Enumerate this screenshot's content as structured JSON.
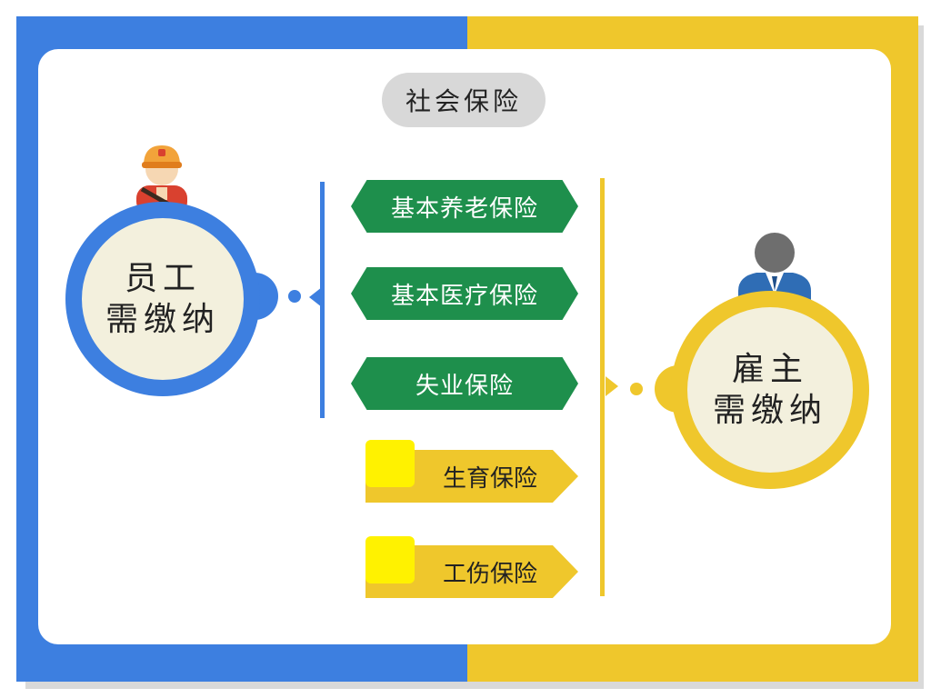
{
  "title": "社会保险",
  "employee": {
    "line1": "员工",
    "line2": "需缴纳"
  },
  "employer": {
    "line1": "雇主",
    "line2": "需缴纳"
  },
  "insurances": [
    {
      "label": "基本养老保险",
      "style": "green"
    },
    {
      "label": "基本医疗保险",
      "style": "green"
    },
    {
      "label": "失业保险",
      "style": "green"
    },
    {
      "label": "生育保险",
      "style": "yellow"
    },
    {
      "label": "工伤保险",
      "style": "yellow"
    }
  ],
  "colors": {
    "employee_accent": "#3d7fe0",
    "employer_accent": "#efc72c",
    "green_tag": "#1e8f4c",
    "yellow_box": "#fff200"
  },
  "icons": {
    "employee": "worker-avatar-icon",
    "employer": "businessman-avatar-icon"
  }
}
